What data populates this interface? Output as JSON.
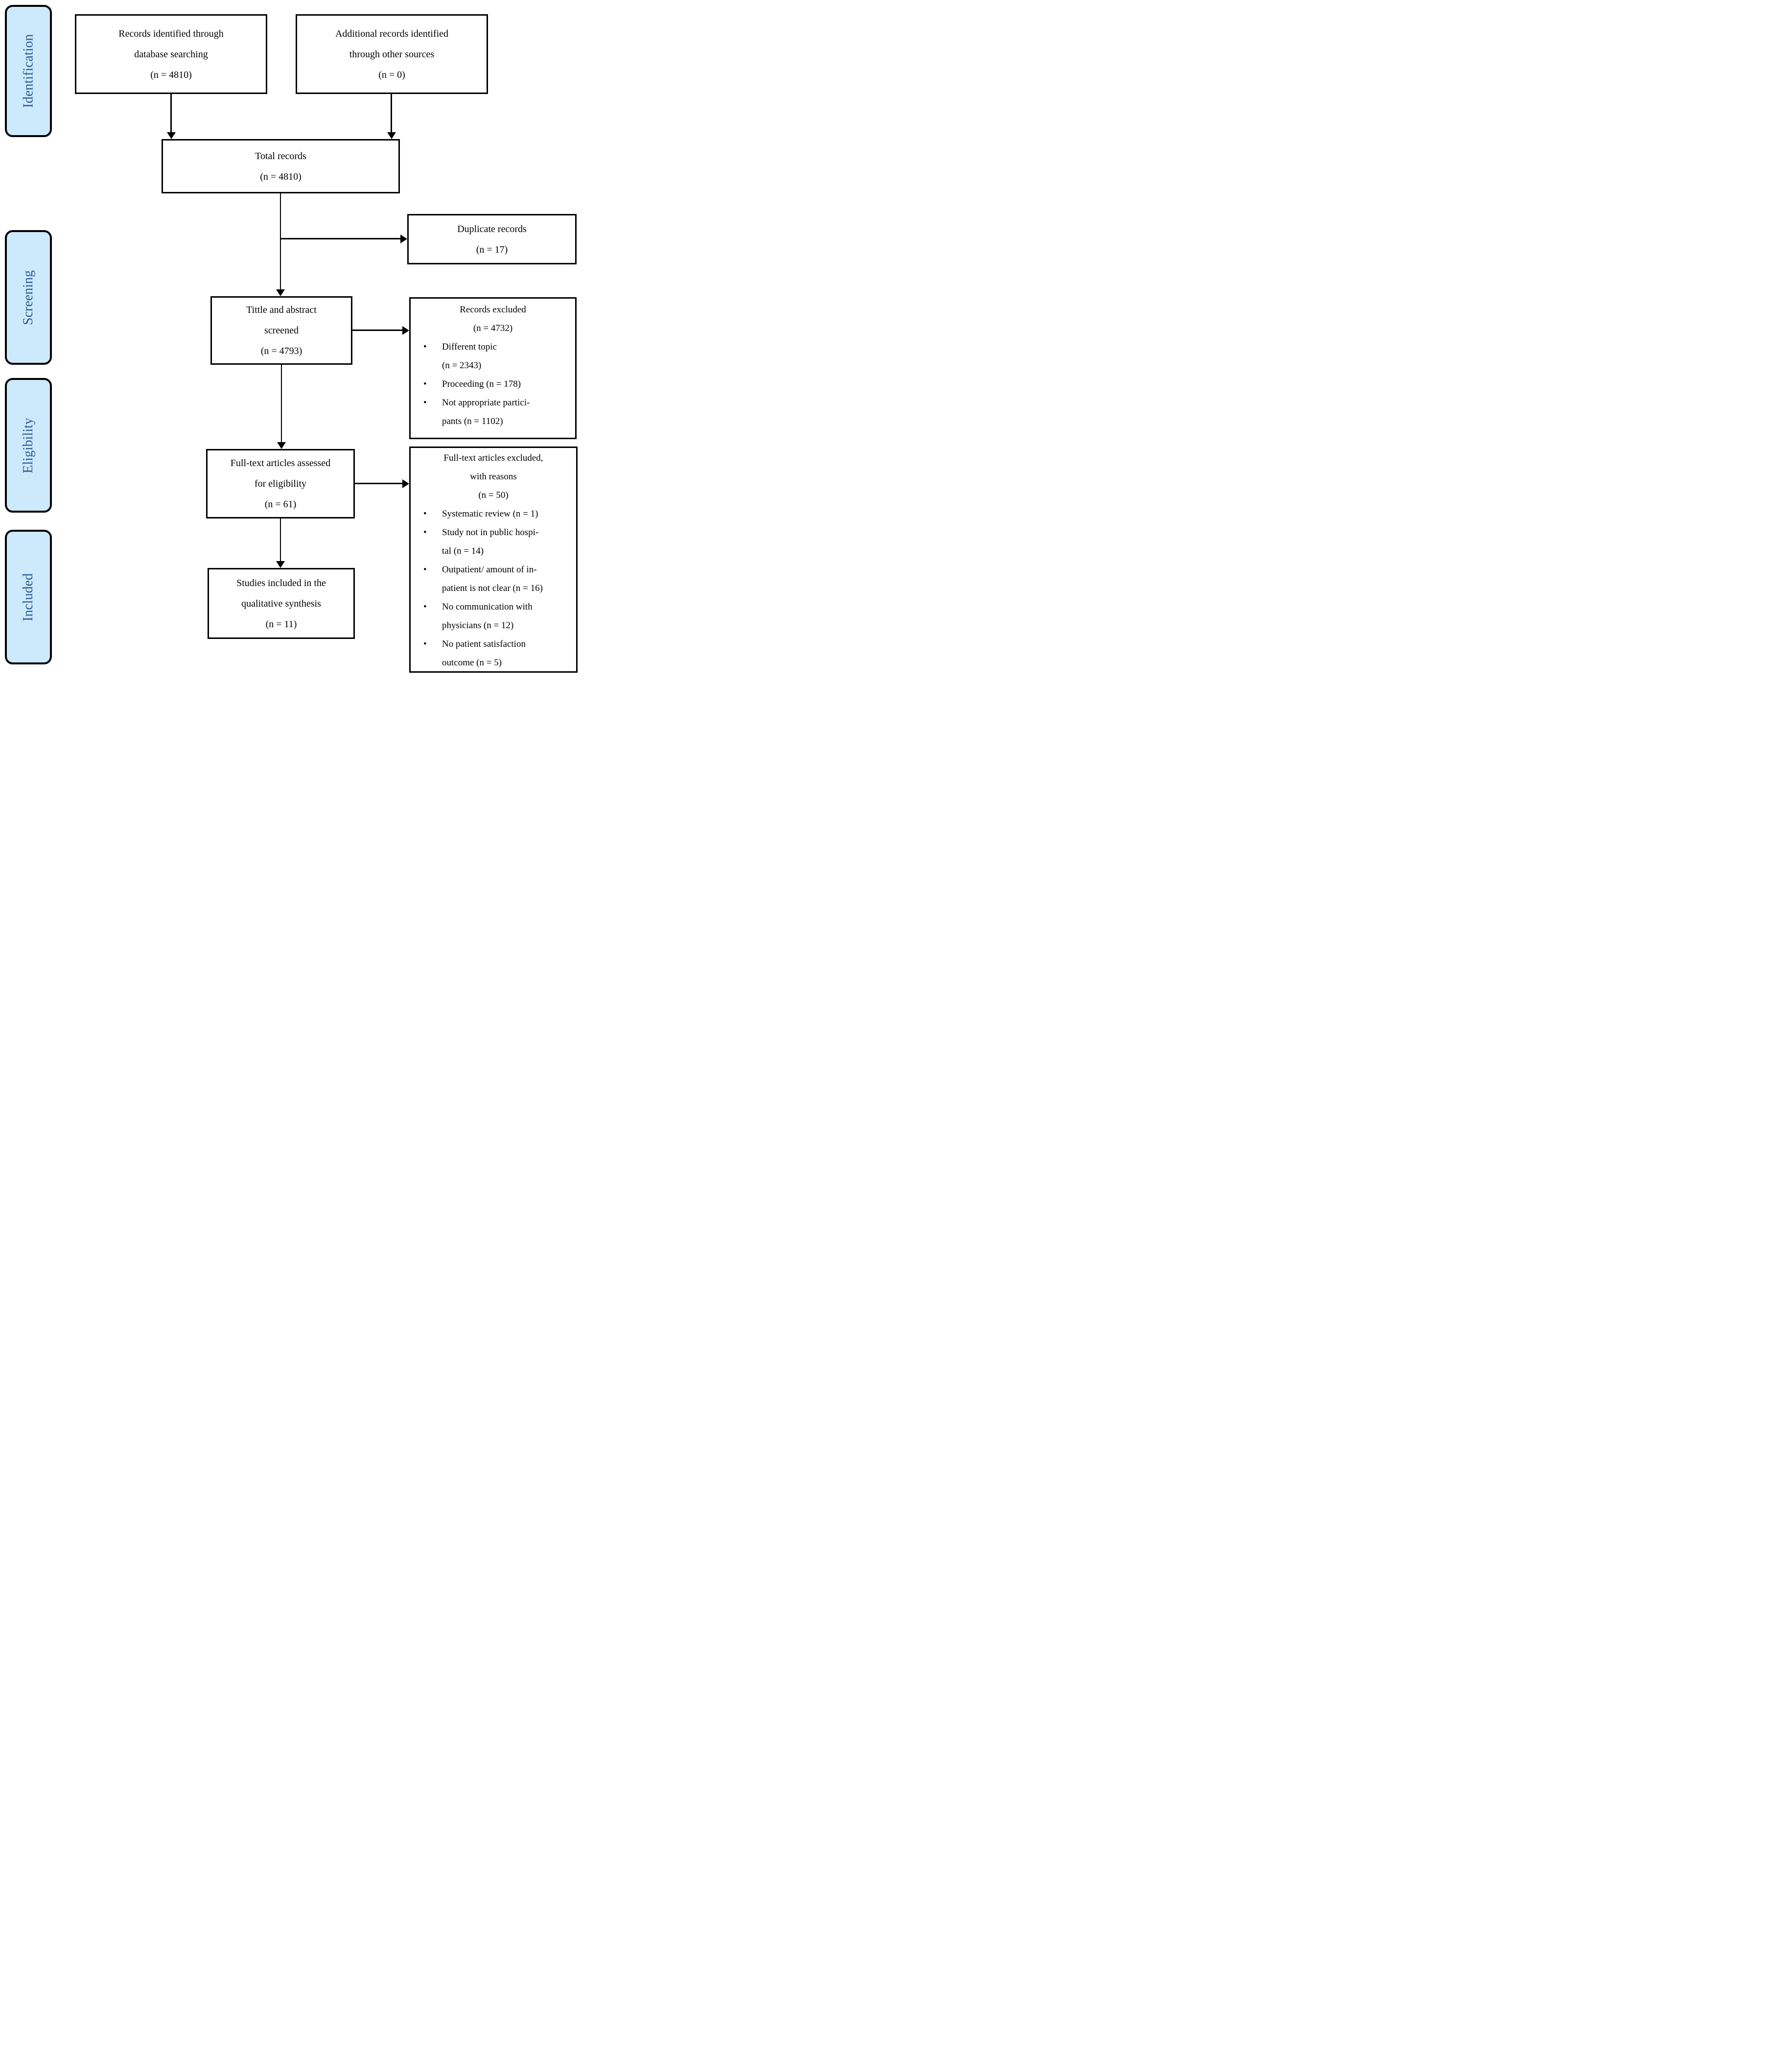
{
  "colors": {
    "stage_fill": "#cdeafc",
    "stage_text": "#2d5a97",
    "line": "#000000"
  },
  "sidebar": {
    "stages": [
      "Identification",
      "Screening",
      "Eligibility",
      "Included"
    ]
  },
  "boxes": {
    "db_search": {
      "lines": [
        "Records identified through",
        "database searching",
        "(n = 4810)"
      ]
    },
    "other_sources": {
      "lines": [
        "Additional records identified",
        "through other sources",
        "(n = 0)"
      ]
    },
    "total": {
      "lines": [
        "Total records",
        "(n = 4810)"
      ]
    },
    "duplicates": {
      "lines": [
        "Duplicate records",
        "(n = 17)"
      ]
    },
    "screened": {
      "lines": [
        "Tittle and abstract",
        "screened",
        "(n = 4793)"
      ]
    },
    "records_excluded": {
      "header": [
        "Records excluded",
        "(n = 4732)"
      ],
      "bullets": [
        [
          "Different topic",
          "(n = 2343)"
        ],
        [
          "Proceeding (n = 178)"
        ],
        [
          "Not appropriate partici-",
          "pants (n = 1102)"
        ]
      ]
    },
    "fulltext": {
      "lines": [
        "Full-text articles assessed",
        "for eligibility",
        "(n = 61)"
      ]
    },
    "fulltext_excluded": {
      "header": [
        "Full-text articles excluded,",
        "with reasons",
        "(n = 50)"
      ],
      "bullets": [
        [
          "Systematic review (n = 1)"
        ],
        [
          "Study not in public hospi-",
          "tal (n = 14)"
        ],
        [
          "Outpatient/ amount of in-",
          "patient is not clear (n = 16)"
        ],
        [
          "No communication with",
          "physicians (n = 12)"
        ],
        [
          "No patient satisfaction",
          "outcome (n = 5)"
        ]
      ]
    },
    "included": {
      "lines": [
        "Studies included in the",
        "qualitative synthesis",
        "(n = 11)"
      ]
    }
  }
}
